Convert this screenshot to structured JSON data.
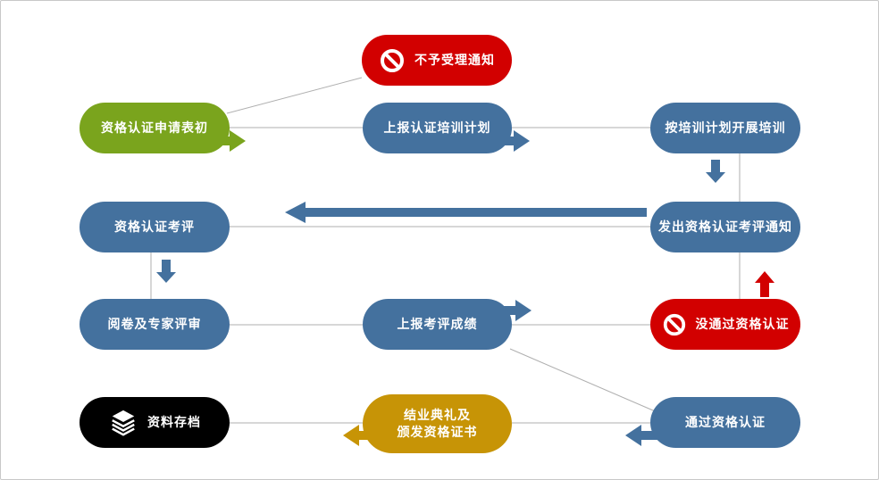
{
  "colors": {
    "blue": "#44719E",
    "red": "#D20000",
    "green": "#7AA41D",
    "gold": "#C79406",
    "black": "#000000",
    "line": "#AFAFAF",
    "border": "#C8C8C8",
    "text": "#FFFFFF"
  },
  "nodes": {
    "reject_notice": {
      "label": "不予受理通知",
      "icon": "no-entry-icon",
      "color": "red"
    },
    "application": {
      "label": "资格认证申请表初",
      "icon": "",
      "color": "green"
    },
    "report_training_plan": {
      "label": "上报认证培训计划",
      "icon": "",
      "color": "blue"
    },
    "conduct_training": {
      "label": "按培训计划开展培训",
      "icon": "",
      "color": "blue"
    },
    "qualification_assessment": {
      "label": "资格认证考评",
      "icon": "",
      "color": "blue"
    },
    "issue_assessment_notice": {
      "label": "发出资格认证考评通知",
      "icon": "",
      "color": "blue"
    },
    "marking_expert_review": {
      "label": "阅卷及专家评审",
      "icon": "",
      "color": "blue"
    },
    "report_results": {
      "label": "上报考评成绩",
      "icon": "",
      "color": "blue"
    },
    "fail_certification": {
      "label": "没通过资格认证",
      "icon": "no-entry-icon",
      "color": "red"
    },
    "archive": {
      "label": "资料存档",
      "icon": "layers-icon",
      "color": "black"
    },
    "ceremony": {
      "label": "结业典礼及\n颁发资格证书",
      "icon": "",
      "color": "gold"
    },
    "pass_certification": {
      "label": "通过资格认证",
      "icon": "",
      "color": "blue"
    }
  }
}
